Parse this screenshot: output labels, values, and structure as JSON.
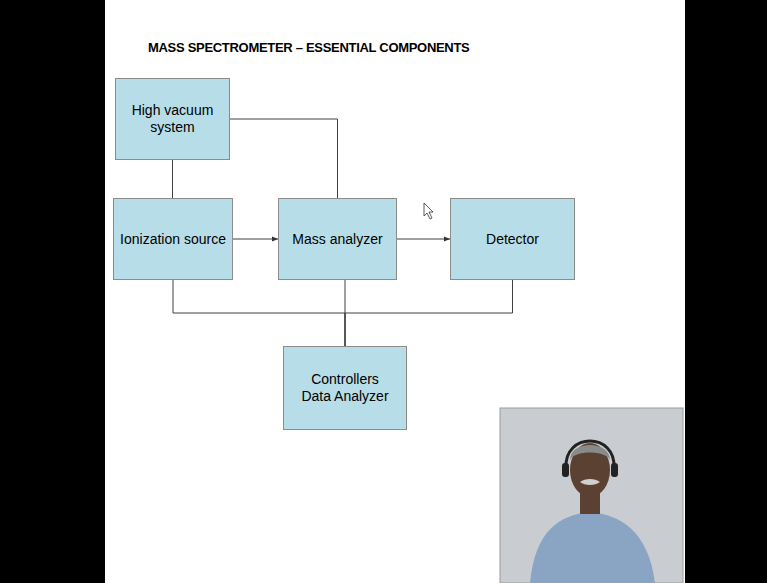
{
  "diagram": {
    "title": "MASS SPECTROMETER – ESSENTIAL COMPONENTS",
    "nodes": [
      {
        "text": [
          "High vacuum system"
        ]
      },
      {
        "text": [
          "Ionization source"
        ]
      },
      {
        "text": [
          "Mass analyzer"
        ]
      },
      {
        "text": [
          "Detector"
        ]
      },
      {
        "text": [
          "Controllers Data Analyzer"
        ]
      }
    ],
    "edges": [
      {
        "from": 0,
        "to": 1,
        "arrow": "none"
      },
      {
        "from": 0,
        "to": 2,
        "arrow": "none"
      },
      {
        "from": 1,
        "to": 2,
        "arrow": "to"
      },
      {
        "from": 2,
        "to": 3,
        "arrow": "to"
      },
      {
        "from": 1,
        "to": 4,
        "arrow": "none"
      },
      {
        "from": 2,
        "to": 4,
        "arrow": "none"
      },
      {
        "from": 3,
        "to": 4,
        "arrow": "none"
      }
    ]
  }
}
